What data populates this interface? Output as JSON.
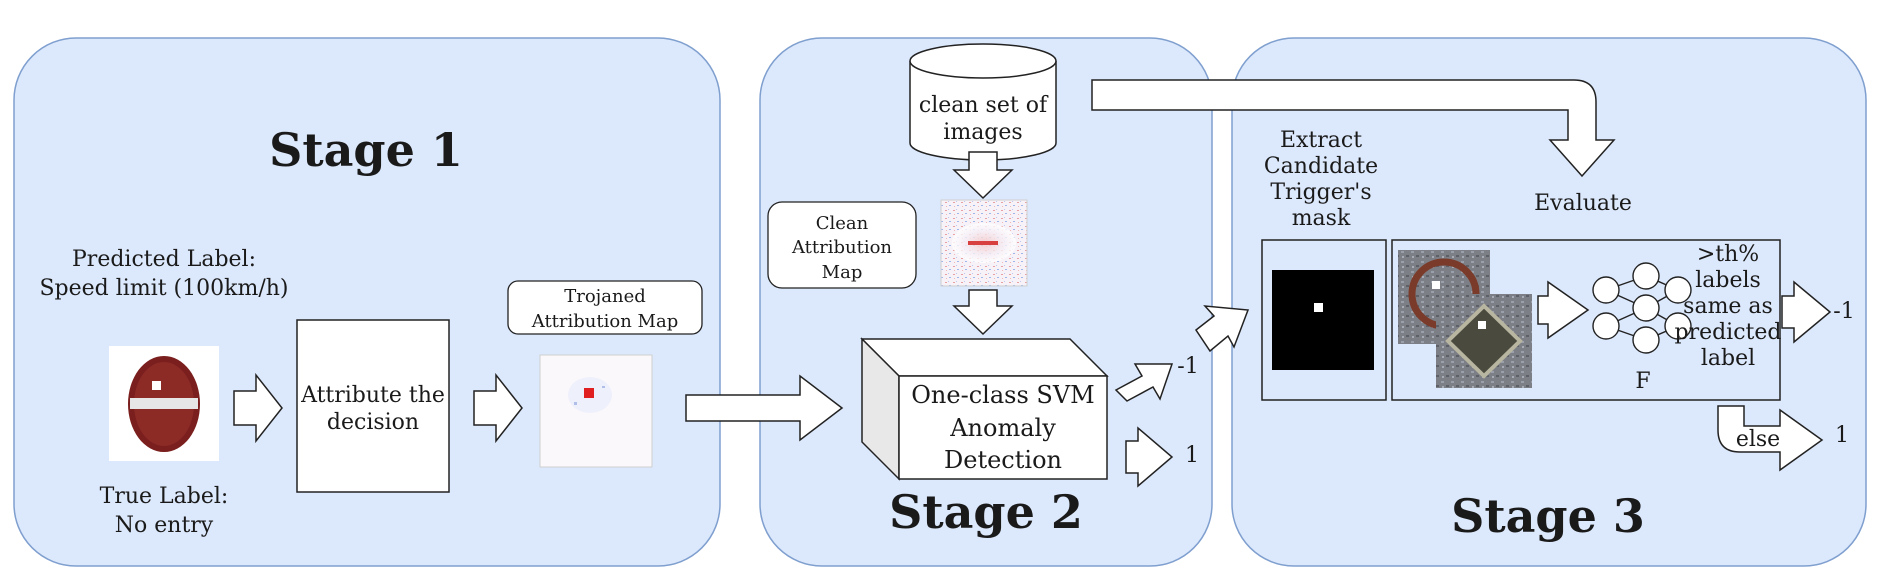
{
  "stage1": {
    "title": "Stage 1",
    "predicted_label": [
      "Predicted Label:",
      "Speed limit (100km/h)"
    ],
    "true_label": [
      "True Label:",
      "No entry"
    ],
    "attribute_box": [
      "Attribute the",
      "decision"
    ],
    "trojaned_map_label": [
      "Trojaned",
      "Attribution Map"
    ]
  },
  "stage2": {
    "title": "Stage 2",
    "clean_set": [
      "clean set of",
      "images"
    ],
    "clean_map_label": [
      "Clean",
      "Attribution",
      "Map"
    ],
    "svm_box": [
      "One-class SVM",
      "Anomaly",
      "Detection"
    ],
    "output_neg": "-1",
    "output_pos": "1"
  },
  "stage3": {
    "title": "Stage 3",
    "extract_label": [
      "Extract",
      "Candidate",
      "Trigger's",
      "mask"
    ],
    "evaluate_label": "Evaluate",
    "network_label": "F",
    "threshold_label": [
      ">th%",
      "labels",
      "same as",
      "predicted",
      "label"
    ],
    "output_neg": "-1",
    "else_label": "else",
    "output_pos": "1"
  },
  "colors": {
    "panel_fill": "#dce8fb",
    "panel_stroke": "#7f9fcf",
    "arrow_fill": "#ffffff",
    "stroke": "#222222",
    "sign_red": "#7a1e1e",
    "heat_red": "#e02020"
  }
}
